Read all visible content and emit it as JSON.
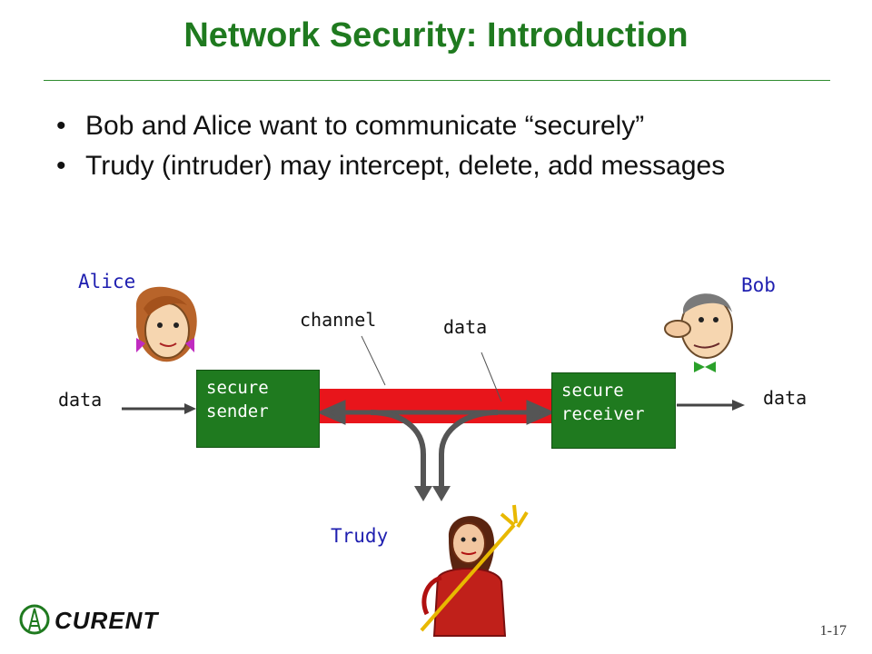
{
  "slide": {
    "title": "Network Security: Introduction",
    "bullets": [
      "Bob and Alice want to communicate “securely”",
      "Trudy (intruder) may intercept, delete, add messages"
    ],
    "page_number": "1-17"
  },
  "diagram": {
    "alice_label": "Alice",
    "bob_label": "Bob",
    "trudy_label": "Trudy",
    "channel_label": "channel",
    "channel_data_label": "data",
    "input_data_label": "data",
    "output_data_label": "data",
    "sender_box": {
      "line1": "secure",
      "line2": "sender"
    },
    "receiver_box": {
      "line1": "secure",
      "line2": "receiver"
    }
  },
  "logo": {
    "text": "CURENT",
    "icon": "curent-logo-icon"
  },
  "colors": {
    "title": "#1f7a1f",
    "box": "#1f7a1f",
    "channel": "#e8151b",
    "names": "#1f1fb0"
  }
}
